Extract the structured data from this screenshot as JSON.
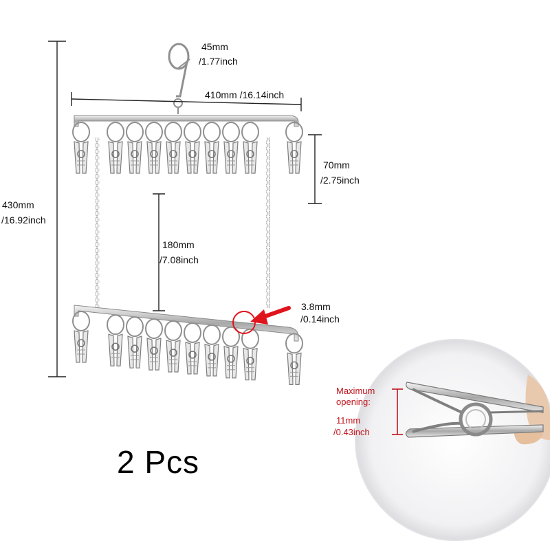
{
  "dimensions": {
    "hook_mm": "45mm",
    "hook_inch": "/1.77inch",
    "width": "410mm /16.14inch",
    "clip_mm": "70mm",
    "clip_inch": "/2.75inch",
    "height_mm": "430mm",
    "height_inch": "/16.92inch",
    "gap_mm": "180mm",
    "gap_inch": "/7.08inch",
    "rod_mm": "3.8mm",
    "rod_inch": "/0.14inch"
  },
  "quantity": "2 Pcs",
  "detail": {
    "label_line1": "Maximum",
    "label_line2": "opening:",
    "opening_mm": "11mm",
    "opening_inch": "/0.43inch"
  },
  "colors": {
    "accent_red": "#e0141c",
    "label_red": "#c0141c",
    "metal": "#9a9a9a"
  },
  "clips": {
    "top_rack": 10,
    "bottom_rack": 10
  }
}
